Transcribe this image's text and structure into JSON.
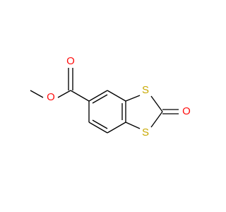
{
  "molecule": {
    "atoms": [
      {
        "id": "o_carbonyl_ester",
        "label": "O",
        "color": "#ff0d0d"
      },
      {
        "id": "o_ester",
        "label": "O",
        "color": "#ff0d0d"
      },
      {
        "id": "s_upper",
        "label": "S",
        "color": "#c8a800"
      },
      {
        "id": "s_lower",
        "label": "S",
        "color": "#c8a800"
      },
      {
        "id": "o_carbonyl_ring",
        "label": "O",
        "color": "#ff0d0d"
      }
    ],
    "bond_color": "#000000"
  }
}
